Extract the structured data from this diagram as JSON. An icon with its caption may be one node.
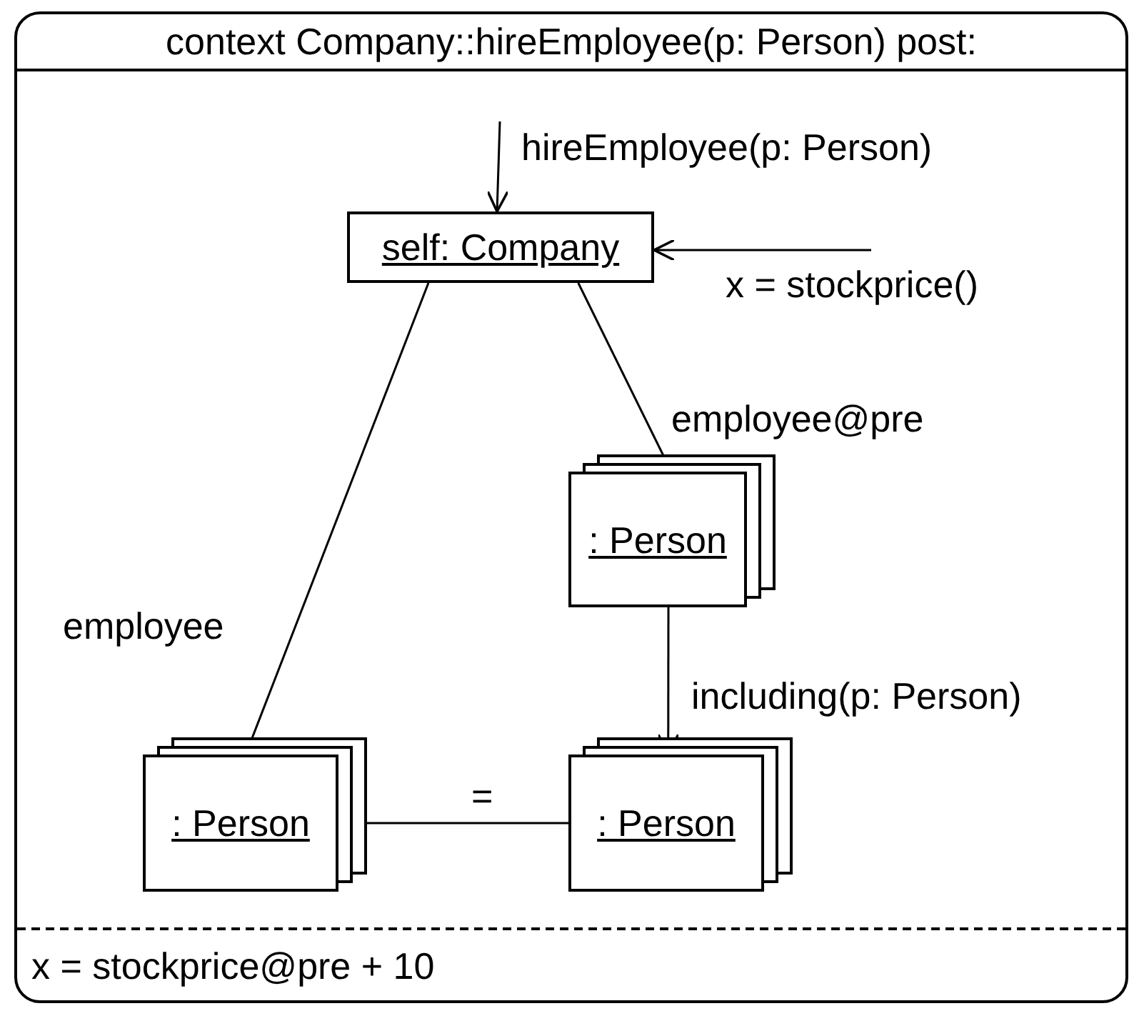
{
  "diagram": {
    "nodes": [
      {
        "text": [
          "context Company::hireEmployee(p: Person) post:",
          "x = stockprice@pre + 10"
        ]
      },
      {
        "text": [
          "self: Company"
        ],
        "in": 0
      },
      {
        "text": [
          ": Person"
        ],
        "in": 0
      },
      {
        "text": [
          ": Person"
        ],
        "in": 0
      },
      {
        "text": [
          ": Person"
        ],
        "in": 0
      }
    ],
    "edges": [
      {
        "from": null,
        "to": 1,
        "arrow": "to",
        "label": "hireEmployee(p: Person)"
      },
      {
        "from": null,
        "to": 1,
        "arrow": "to",
        "label": "x = stockprice()"
      },
      {
        "from": 1,
        "to": 3,
        "arrow": "none",
        "label": "employee"
      },
      {
        "from": 1,
        "to": 2,
        "arrow": "none",
        "label": "employee@pre"
      },
      {
        "from": 2,
        "to": 4,
        "arrow": "to",
        "label": "including(p: Person)"
      },
      {
        "from": 3,
        "to": 4,
        "arrow": "none",
        "label": "="
      }
    ]
  }
}
